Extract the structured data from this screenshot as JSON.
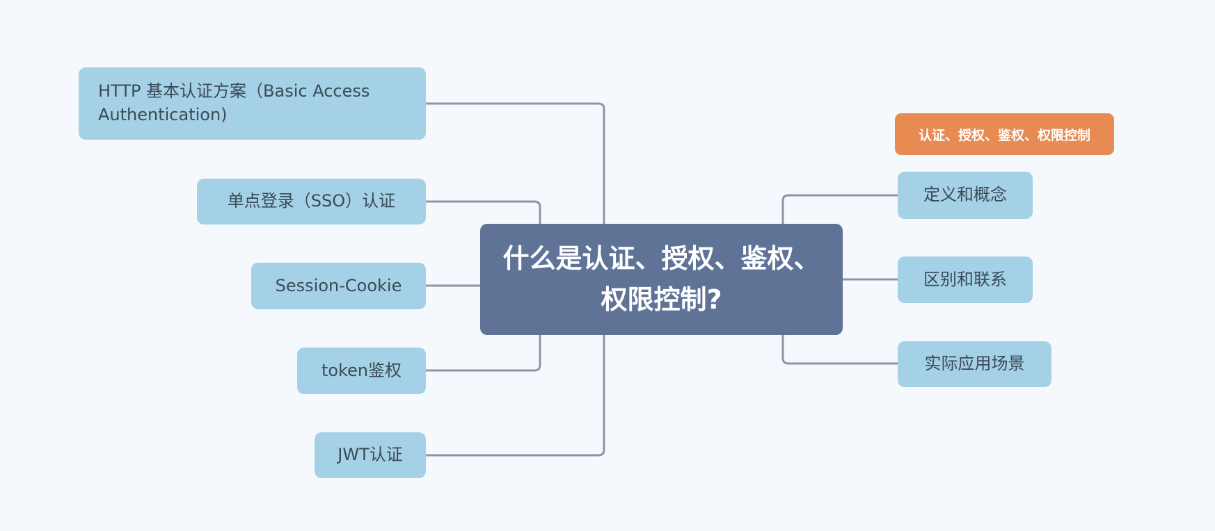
{
  "center": {
    "title": "什么是认证、授权、鉴权、权限控制?"
  },
  "tag": {
    "label": "认证、授权、鉴权、权限控制"
  },
  "left_branches": [
    {
      "label": " HTTP 基本认证方案（Basic Access Authentication)"
    },
    {
      "label": "单点登录（SSO）认证"
    },
    {
      "label": "Session-Cookie"
    },
    {
      "label": "token鉴权"
    },
    {
      "label": "JWT认证"
    }
  ],
  "right_branches": [
    {
      "label": "定义和概念"
    },
    {
      "label": "区别和联系"
    },
    {
      "label": "实际应用场景"
    }
  ],
  "colors": {
    "background": "#f5f9fd",
    "center_fill": "#5f7397",
    "branch_fill": "#a5d1e6",
    "tag_fill": "#e88b52",
    "connector": "#8c96a3"
  }
}
